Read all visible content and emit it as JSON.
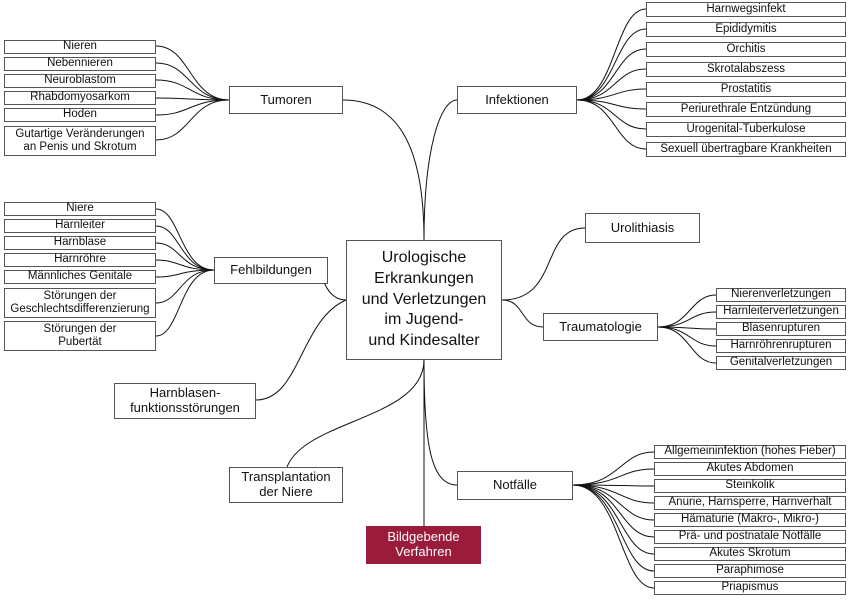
{
  "center": "Urologische\nErkrankungen\nund Verletzungen\nim Jugend-\nund Kindesalter",
  "tumoren": {
    "label": "Tumoren",
    "items": [
      "Nieren",
      "Nebennieren",
      "Neuroblastom",
      "Rhabdomyosarkom",
      "Hoden",
      "Gutartige Veränderungen\nan Penis und Skrotum"
    ]
  },
  "infektionen": {
    "label": "Infektionen",
    "items": [
      "Harnwegsinfekt",
      "Epididymitis",
      "Orchitis",
      "Skrotalabszess",
      "Prostatitis",
      "Periurethrale Entzündung",
      "Urogenital-Tuberkulose",
      "Sexuell übertragbare Krankheiten"
    ]
  },
  "fehlbildungen": {
    "label": "Fehlbildungen",
    "items": [
      "Niere",
      "Harnleiter",
      "Harnblase",
      "Harnröhre",
      "Männliches Genitale",
      "Störungen der\nGeschlechtsdifferenzierung",
      "Störungen der\nPubertät"
    ]
  },
  "urolithiasis": {
    "label": "Urolithiasis"
  },
  "traumatologie": {
    "label": "Traumatologie",
    "items": [
      "Nierenverletzungen",
      "Harnleiterverletzungen",
      "Blasenrupturen",
      "Harnröhrenrupturen",
      "Genitalverletzungen"
    ]
  },
  "harnblasen": {
    "label": "Harnblasen-\nfunktionsstörungen"
  },
  "transplantation": {
    "label": "Transplantation\nder Niere"
  },
  "notfaelle": {
    "label": "Notfälle",
    "items": [
      "Allgemeininfektion (hohes Fieber)",
      "Akutes Abdomen",
      "Steinkolik",
      "Anurie, Harnsperre, Harnverhalt",
      "Hämaturie (Makro-, Mikro-)",
      "Prä- und postnatale Notfälle",
      "Akutes Skrotum",
      "Paraphimose",
      "Priapismus"
    ]
  },
  "bildgebende": {
    "label": "Bildgebende\nVerfahren"
  },
  "colors": {
    "accent": "#9b1b3b",
    "line": "#111111",
    "border": "#555555"
  }
}
